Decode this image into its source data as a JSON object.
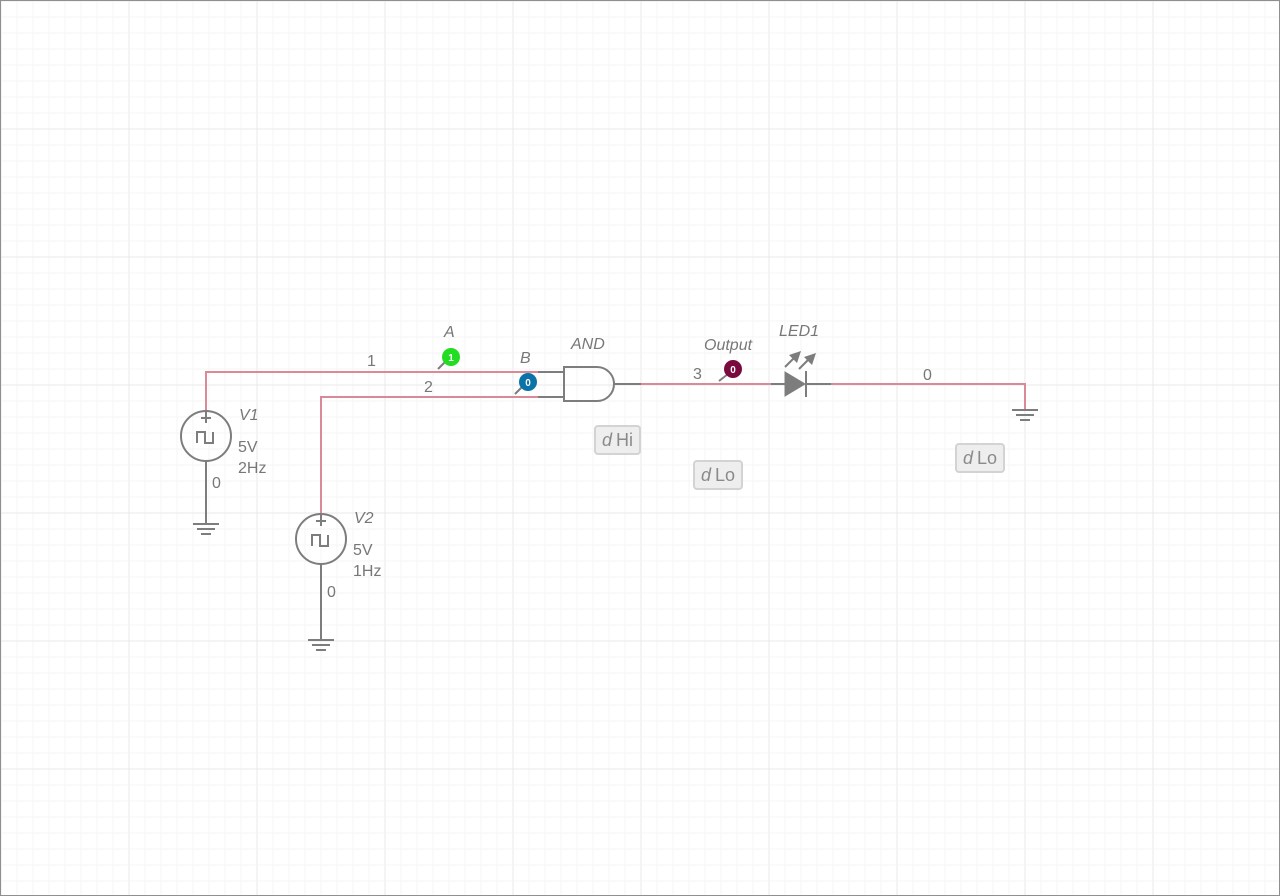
{
  "wire_color": "#d98a96",
  "component_color": "#7d7d7d",
  "grid_color": "#e9e9e9",
  "nets": {
    "n1": "1",
    "n2": "2",
    "n3": "3",
    "v1_ground": "0",
    "v2_ground": "0",
    "led_ground": "0"
  },
  "sources": {
    "v1": {
      "name": "V1",
      "voltage": "5V",
      "frequency": "2Hz",
      "icon": "square-wave-icon"
    },
    "v2": {
      "name": "V2",
      "voltage": "5V",
      "frequency": "1Hz",
      "icon": "square-wave-icon"
    }
  },
  "gate": {
    "label": "AND"
  },
  "led": {
    "label": "LED1"
  },
  "probes": {
    "a": {
      "label": "A",
      "value": "1",
      "color": "#22dd22"
    },
    "b": {
      "label": "B",
      "value": "0",
      "color": "#0a73a8"
    },
    "output": {
      "label": "Output",
      "value": "0",
      "color": "#7a0a3e"
    }
  },
  "state_labels": [
    {
      "prefix": "d",
      "value": "Hi"
    },
    {
      "prefix": "d",
      "value": "Lo"
    },
    {
      "prefix": "d",
      "value": "Lo"
    }
  ]
}
